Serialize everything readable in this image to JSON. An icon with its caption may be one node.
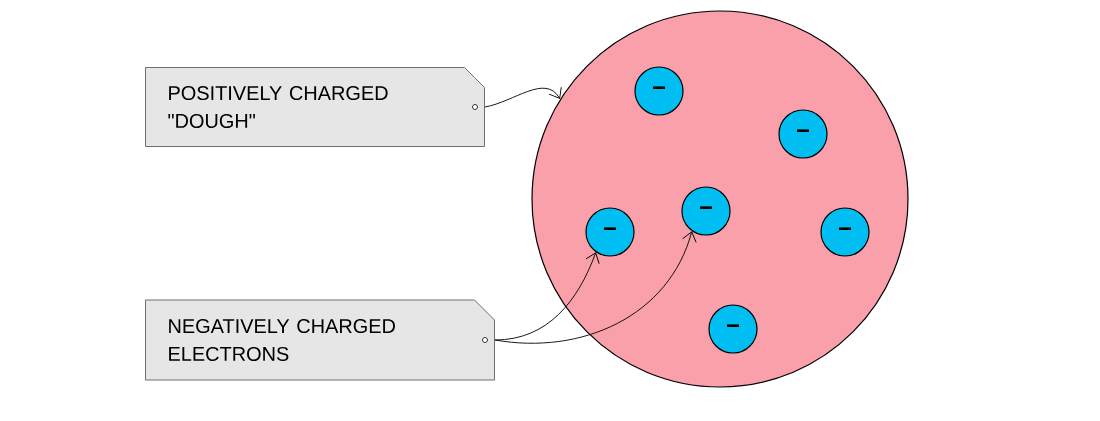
{
  "diagram": {
    "nodes": [
      {
        "text": [
          "POSITIVELY CHARGED \"DOUGH\""
        ]
      },
      {
        "text": [
          "NEGATIVELY CHARGED ELECTRONS"
        ]
      },
      {
        "text": [],
        "shape": "circle"
      },
      {
        "text": [
          "−"
        ],
        "in": 2
      },
      {
        "text": [
          "−"
        ],
        "in": 2
      },
      {
        "text": [
          "−"
        ],
        "in": 2
      },
      {
        "text": [
          "−"
        ],
        "in": 2
      },
      {
        "text": [
          "−"
        ],
        "in": 2
      },
      {
        "text": [
          "−"
        ],
        "in": 2
      }
    ],
    "edges": [
      {
        "from": 0,
        "to": 2,
        "arrow": "to"
      },
      {
        "from": 1,
        "to": 6,
        "arrow": "to"
      },
      {
        "from": 1,
        "to": 5,
        "arrow": "to"
      }
    ]
  }
}
